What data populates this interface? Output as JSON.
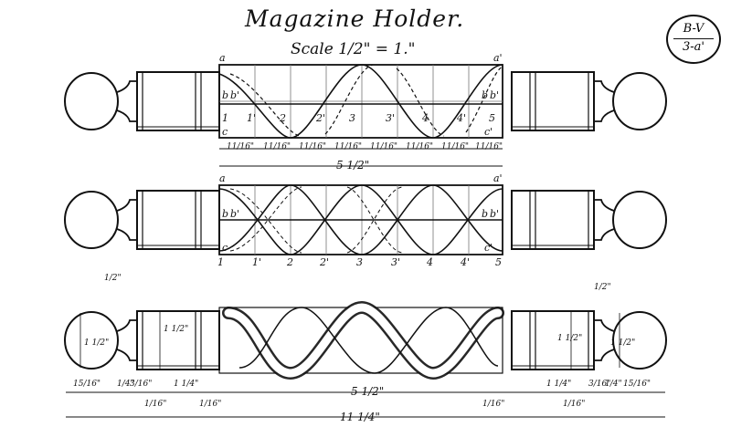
{
  "title": "Magazine Holder.",
  "scale": "Scale 1/2\" = 1.\"",
  "plate": {
    "top": "B-V",
    "bottom": "3-a'"
  },
  "view1": {
    "corner_labels": [
      "a",
      "a'",
      "b",
      "b'",
      "b",
      "b'",
      "c",
      "c'"
    ],
    "stations": [
      "1",
      "1'",
      "2",
      "2'",
      "3",
      "3'",
      "4",
      "4'",
      "5"
    ],
    "segment_dim": "11/16\"",
    "overall_dim": "5 1/2\""
  },
  "view2": {
    "corner_labels": [
      "a",
      "a'",
      "b",
      "b'",
      "b",
      "b'",
      "c",
      "c'"
    ],
    "stations": [
      "1",
      "1'",
      "2",
      "2'",
      "3",
      "3'",
      "4",
      "4'",
      "5"
    ]
  },
  "view3": {
    "dims_top": [
      "1/2\"",
      "1/2\""
    ],
    "diam_dims": [
      "1 1/2\"",
      "1 1/2\"",
      "1 1/2\"",
      "1 1/2\""
    ],
    "bottom_dims_left": [
      "15/16\"",
      "1/4\"",
      "3/16\"",
      "1/16\"",
      "1 1/4\"",
      "1/16\""
    ],
    "center_dim": "5 1/2\"",
    "bottom_dims_right": [
      "1/16\"",
      "1 1/4\"",
      "1/16\"",
      "3/16\"",
      "1/4\"",
      "15/16\""
    ],
    "overall": "11 1/4\""
  }
}
